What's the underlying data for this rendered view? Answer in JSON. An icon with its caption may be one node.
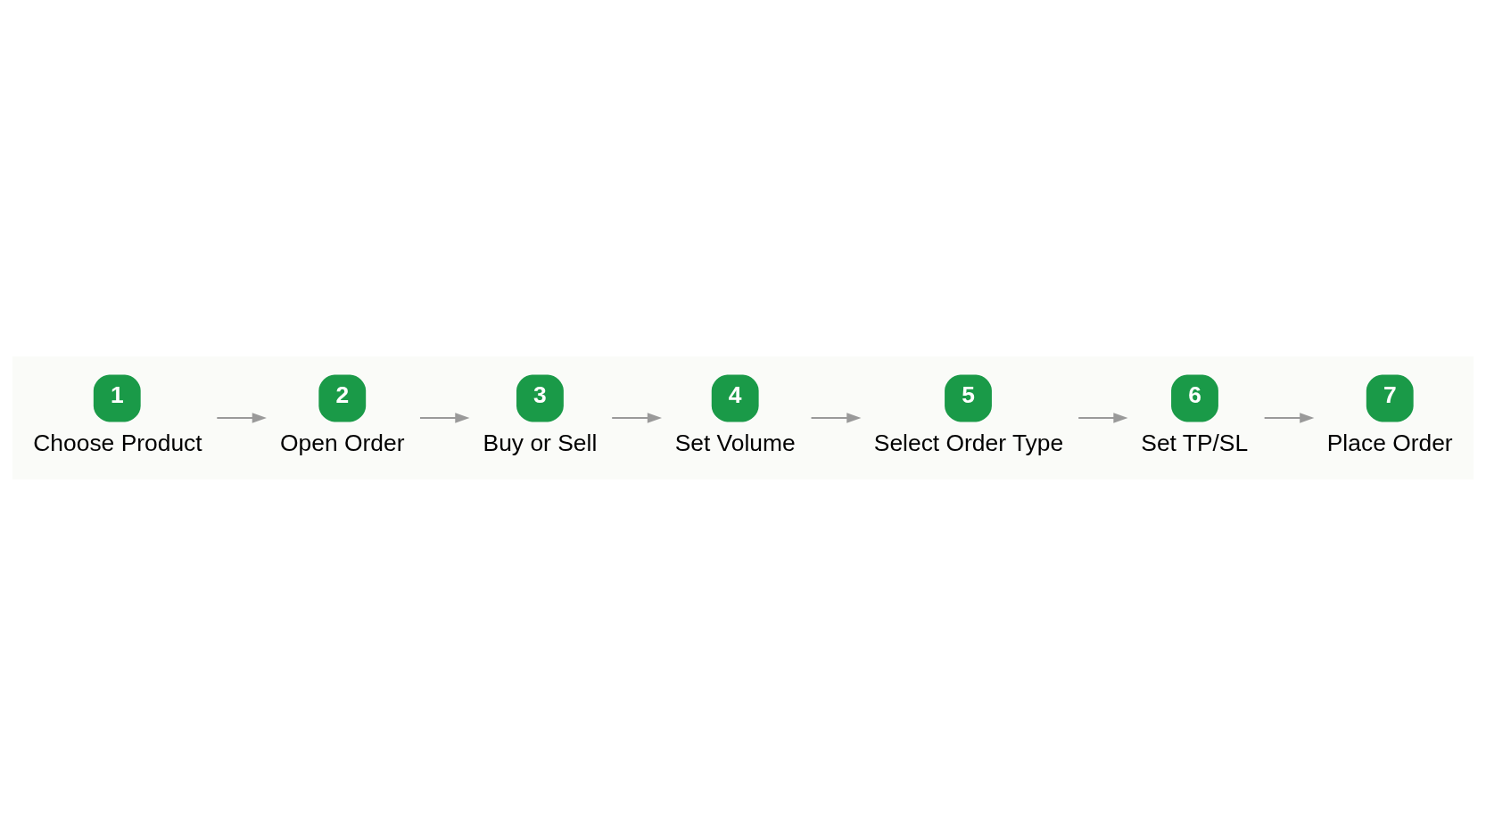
{
  "diagram": {
    "nodes": [
      {
        "text": [
          "1",
          "Choose Product"
        ]
      },
      {
        "text": [
          "2",
          "Open Order"
        ]
      },
      {
        "text": [
          "3",
          "Buy or Sell"
        ]
      },
      {
        "text": [
          "4",
          "Set Volume"
        ]
      },
      {
        "text": [
          "5",
          "Select Order Type"
        ]
      },
      {
        "text": [
          "6",
          "Set TP/SL"
        ]
      },
      {
        "text": [
          "7",
          "Place Order"
        ]
      }
    ],
    "edges": [
      {
        "from": 0,
        "to": 1,
        "arrow": "to"
      },
      {
        "from": 1,
        "to": 2,
        "arrow": "to"
      },
      {
        "from": 2,
        "to": 3,
        "arrow": "to"
      },
      {
        "from": 3,
        "to": 4,
        "arrow": "to"
      },
      {
        "from": 4,
        "to": 5,
        "arrow": "to"
      },
      {
        "from": 5,
        "to": 6,
        "arrow": "to"
      }
    ]
  }
}
